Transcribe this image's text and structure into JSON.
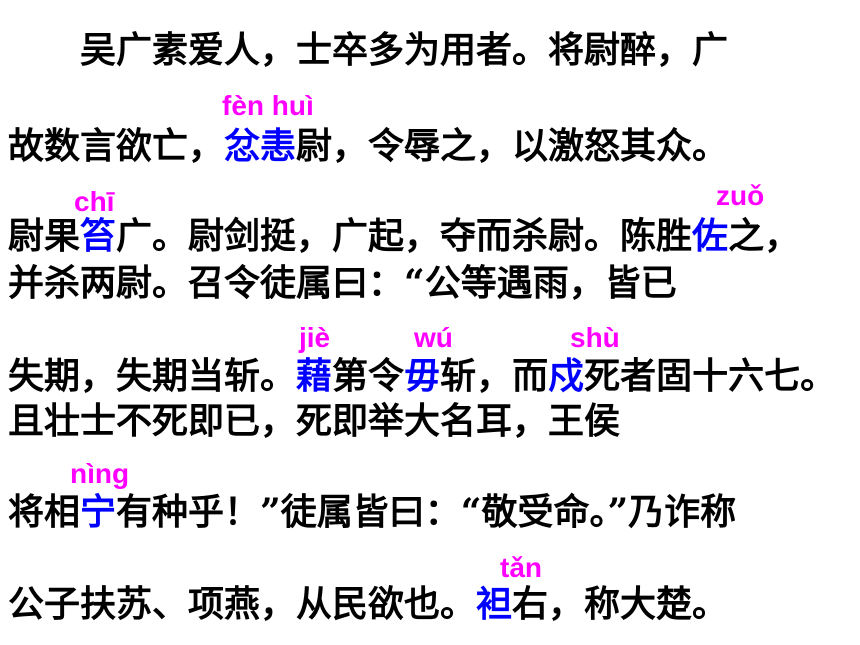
{
  "colors": {
    "text": "#000000",
    "highlight": "#0000ff",
    "pinyin": "#ff00ff"
  },
  "lines": [
    {
      "segments": [
        "吴广素爱人，士卒多为用者。将尉醉，广"
      ]
    },
    {
      "segments": [
        "故数言欲亡，",
        "忿恚",
        "尉，令辱之，以激怒其众。"
      ]
    },
    {
      "segments": [
        "尉果",
        "笞",
        "广。尉剑挺，广起，夺而杀尉。陈胜",
        "佐",
        "之，"
      ]
    },
    {
      "segments": [
        "并杀两尉。召令徒属曰：“公等遇雨，皆已"
      ]
    },
    {
      "segments": [
        "失期，失期当斩。",
        "藉",
        "第令",
        "毋",
        "斩，而",
        "戍",
        "死者固十六七。"
      ]
    },
    {
      "segments": [
        "且壮士不死即已，死即举大名耳，王侯"
      ]
    },
    {
      "segments": [
        "将相",
        "宁",
        "有种乎！”徒属皆曰：“敬受命。”乃诈称"
      ]
    },
    {
      "segments": [
        "公子扶苏、项燕，从民欲也。",
        "袒",
        "右，称大楚。"
      ]
    }
  ],
  "pinyin": {
    "fenhui": "fèn huì",
    "chi": "chī",
    "zuo": "zuǒ",
    "jie": "jiè",
    "wu": "wú",
    "shu": "shù",
    "ning": "nìng",
    "tan": "tǎn"
  }
}
